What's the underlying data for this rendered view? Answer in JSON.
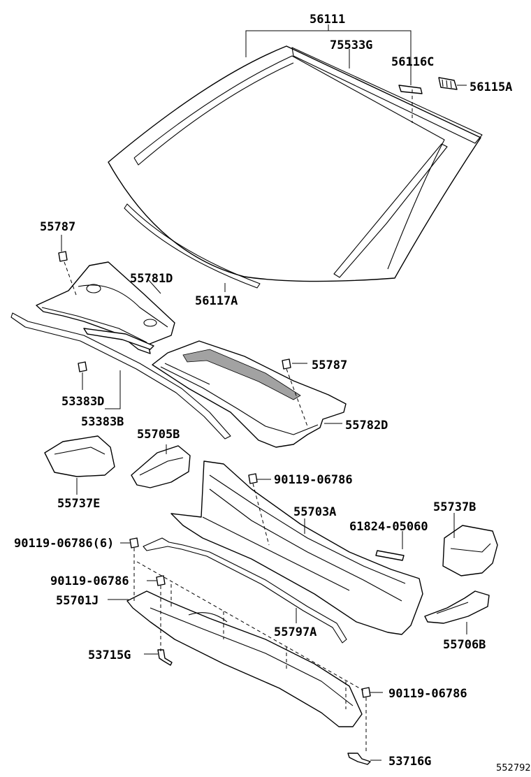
{
  "diagram_id": "552792",
  "labels": {
    "p56111": "56111",
    "p75533g": "75533G",
    "p56116c": "56116C",
    "p56115a": "56115A",
    "p55787a": "55787",
    "p55781d": "55781D",
    "p56117a": "56117A",
    "p55787b": "55787",
    "p53383d": "53383D",
    "p53383b": "53383B",
    "p55782d": "55782D",
    "p55705b": "55705B",
    "p90119a": "90119-06786",
    "p55737e": "55737E",
    "p55703a": "55703A",
    "p55737b": "55737B",
    "p61824": "61824-05060",
    "p90119b": "90119-06786(6)",
    "p90119c": "90119-06786",
    "p55701j": "55701J",
    "p55797a": "55797A",
    "p55706b": "55706B",
    "p53715g": "53715G",
    "p90119d": "90119-06786",
    "p53716g": "53716G"
  }
}
